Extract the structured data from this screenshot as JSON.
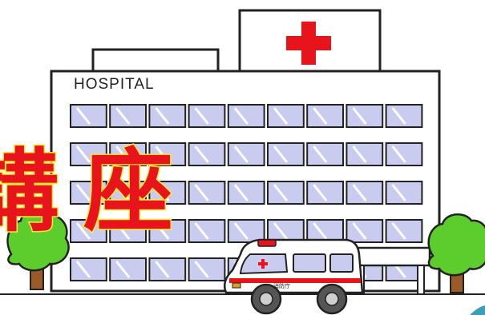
{
  "building": {
    "sign_text": "HOSPITAL",
    "cross_color": "#e8141c",
    "window_color": "#c9ccee",
    "outline_color": "#222222"
  },
  "overlay": {
    "char_1": "講",
    "char_2": "座",
    "fill_color": "#e8141c",
    "stroke_color": "#ffe93a"
  },
  "ambulance": {
    "door_text": "消防庁",
    "stripe_color": "#e8141c"
  },
  "trees": {
    "foliage_color": "#5dcc2d",
    "trunk_color": "#9c5a2a"
  }
}
